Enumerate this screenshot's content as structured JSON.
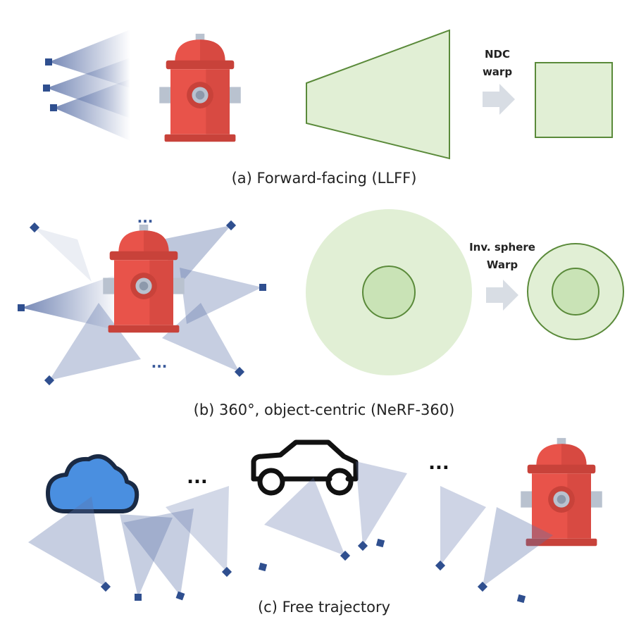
{
  "panels": {
    "a": {
      "caption": "(a) Forward-facing (LLFF)",
      "warp_label_line1": "NDC",
      "warp_label_line2": "warp"
    },
    "b": {
      "caption": "(b) 360°, object-centric (NeRF-360)",
      "warp_label_line1": "Inv. sphere",
      "warp_label_line2": "Warp",
      "ellipsis_top": "...",
      "ellipsis_bottom": "..."
    },
    "c": {
      "caption": "(c) Free trajectory",
      "ellipsis_left": "...",
      "ellipsis_right": "..."
    }
  },
  "colors": {
    "hydrant_body": "#e8534a",
    "hydrant_shadow": "#c8423a",
    "hydrant_metal": "#b9c2cf",
    "camera_square": "#2f4f8f",
    "frustum_gradient": "#5c72a8",
    "region_fill": "#e1efd5",
    "region_fill_inner": "#c9e3b6",
    "region_stroke": "#5a8a3a",
    "arrow": "#d8dde4",
    "cloud_fill": "#4a8fe0",
    "cloud_stroke": "#1a2a44",
    "car_stroke": "#111111"
  },
  "icons": [
    "fire-hydrant-icon",
    "camera-icon",
    "cloud-icon",
    "car-icon",
    "arrow-right-icon"
  ]
}
